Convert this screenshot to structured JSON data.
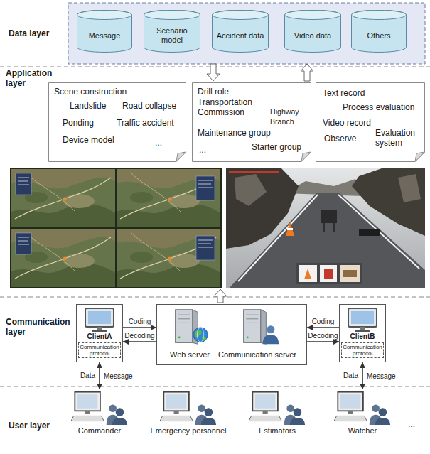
{
  "diagram": {
    "nodes": [
      {
        "text": [
          "Message"
        ]
      },
      {
        "text": [
          "Scenario model"
        ]
      },
      {
        "text": [
          "Accident data"
        ]
      },
      {
        "text": [
          "Video data"
        ]
      },
      {
        "text": [
          "Others"
        ]
      },
      {
        "text": [
          "Scene construction",
          "Landslide",
          "Road collapse",
          "Ponding",
          "Traffic accident",
          "Device model",
          "..."
        ]
      },
      {
        "text": [
          "Drill role",
          "Transportation Commission",
          "Highway Branch",
          "Maintenance group",
          "Starter group",
          "..."
        ]
      },
      {
        "text": [
          "Text record",
          "Process evaluation",
          "Video record",
          "Observe",
          "Evaluation system"
        ]
      },
      {
        "text": [
          "ClientA"
        ]
      },
      {
        "text": [
          "Communication protocol"
        ],
        "in": 8
      },
      {
        "text": [
          "Web server",
          "Communication server"
        ]
      },
      {
        "text": [
          "ClientB"
        ]
      },
      {
        "text": [
          "Communication protocol"
        ],
        "in": 11
      },
      {
        "text": [
          "Commander"
        ]
      },
      {
        "text": [
          "Emergency personnel"
        ]
      },
      {
        "text": [
          "Estimators"
        ]
      },
      {
        "text": [
          "Watcher"
        ]
      }
    ],
    "edges": [
      {
        "from": 8,
        "to": 10,
        "arrow": "to",
        "label": "Coding"
      },
      {
        "from": 10,
        "to": 8,
        "arrow": "to",
        "label": "Decoding"
      },
      {
        "from": 11,
        "to": 10,
        "arrow": "to",
        "label": "Coding"
      },
      {
        "from": 10,
        "to": 11,
        "arrow": "to",
        "label": "Decoding"
      },
      {
        "from": 8,
        "to": 13,
        "arrow": "both",
        "label": "Data"
      },
      {
        "from": 11,
        "to": 16,
        "arrow": "both",
        "label": "Data"
      }
    ],
    "labels": [
      "Data layer",
      "Application layer",
      "Communication layer",
      "User layer",
      "Message",
      "Message",
      "..."
    ]
  }
}
